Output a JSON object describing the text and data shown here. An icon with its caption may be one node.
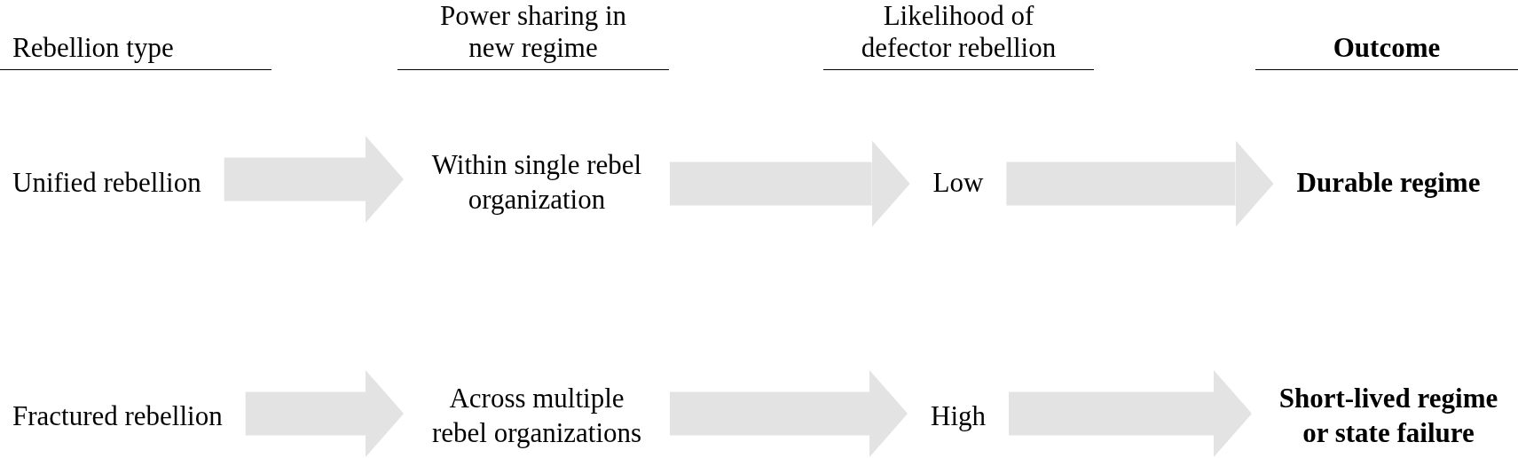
{
  "diagram": {
    "nodes": [
      {
        "text": [
          "Unified rebellion"
        ]
      },
      {
        "text": [
          "Within single rebel organization"
        ]
      },
      {
        "text": [
          "Low"
        ]
      },
      {
        "text": [
          "Durable regime"
        ]
      },
      {
        "text": [
          "Fractured rebellion"
        ]
      },
      {
        "text": [
          "Across multiple rebel organizations"
        ]
      },
      {
        "text": [
          "High"
        ]
      },
      {
        "text": [
          "Short-lived regime or state failure"
        ]
      }
    ],
    "edges": [
      {
        "from": 0,
        "to": 1,
        "arrow": "to"
      },
      {
        "from": 1,
        "to": 2,
        "arrow": "to"
      },
      {
        "from": 2,
        "to": 3,
        "arrow": "to"
      },
      {
        "from": 4,
        "to": 5,
        "arrow": "to"
      },
      {
        "from": 5,
        "to": 6,
        "arrow": "to"
      },
      {
        "from": 6,
        "to": 7,
        "arrow": "to"
      }
    ],
    "labels": [
      "Rebellion type",
      "Power sharing in new regime",
      "Likelihood of defector rebellion",
      "Outcome"
    ]
  }
}
